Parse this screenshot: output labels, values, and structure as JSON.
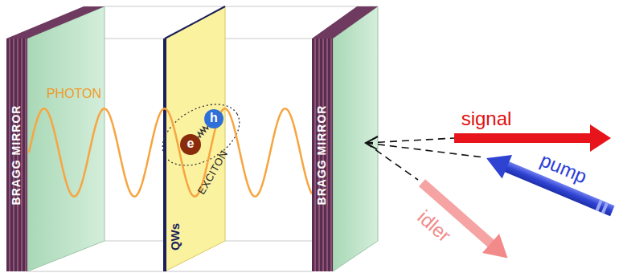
{
  "diagram": {
    "nodes": [
      {
        "text": [
          "BRAGG MIRROR"
        ]
      },
      {
        "text": [
          "QWs"
        ]
      },
      {
        "text": [
          "EXCITON"
        ],
        "in": 1
      },
      {
        "text": [
          "e"
        ],
        "in": 2
      },
      {
        "text": [
          "h"
        ],
        "in": 2
      },
      {
        "text": [
          "BRAGG MIRROR"
        ]
      }
    ],
    "edges": [
      {
        "from": 3,
        "to": 4,
        "arrow": "none"
      }
    ],
    "labels": [
      "PHOTON",
      "signal",
      "pump",
      "idler"
    ]
  }
}
